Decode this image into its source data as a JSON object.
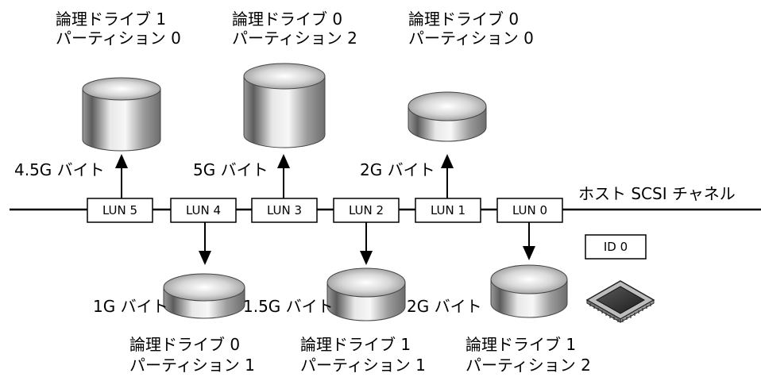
{
  "channel_label": "ホスト SCSI チャネル",
  "controller": {
    "id_label": "ID 0"
  },
  "luns": [
    {
      "label": "LUN 5",
      "capacity": "4.5G バイト",
      "drive": "論理ドライブ 1",
      "partition": "パーティション 0",
      "side": "top"
    },
    {
      "label": "LUN 4",
      "capacity": "1G バイト",
      "drive": "論理ドライブ 0",
      "partition": "パーティション 1",
      "side": "bottom"
    },
    {
      "label": "LUN 3",
      "capacity": "5G バイト",
      "drive": "論理ドライブ 0",
      "partition": "パーティション 2",
      "side": "top"
    },
    {
      "label": "LUN 2",
      "capacity": "1.5G バイト",
      "drive": "論理ドライブ 1",
      "partition": "パーティション 1",
      "side": "bottom"
    },
    {
      "label": "LUN 1",
      "capacity": "2G バイト",
      "drive": "論理ドライブ 0",
      "partition": "パーティション 0",
      "side": "top"
    },
    {
      "label": "LUN 0",
      "capacity": "2G バイト",
      "drive": "論理ドライブ 1",
      "partition": "パーティション 2",
      "side": "bottom"
    }
  ],
  "colors": {
    "line": "#000000",
    "disk_light": "#f2f2f2",
    "disk_dark": "#6a6a6a"
  }
}
